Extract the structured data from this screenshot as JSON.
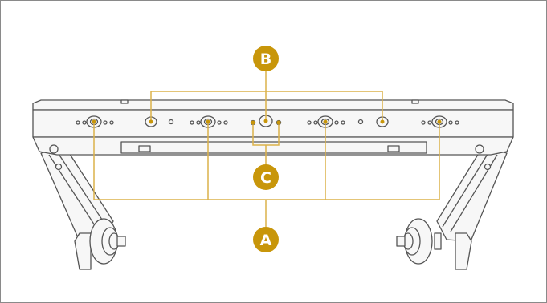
{
  "figure": {
    "description_free": true,
    "callouts": [
      {
        "id": "A",
        "label": "A"
      },
      {
        "id": "B",
        "label": "B"
      },
      {
        "id": "C",
        "label": "C"
      }
    ],
    "colors": {
      "accent": "#c8960a",
      "leader_line": "#dcb24a",
      "drawing_stroke": "#555555",
      "drawing_fill": "#f7f7f7",
      "frame_border": "#8a8a8a"
    }
  }
}
